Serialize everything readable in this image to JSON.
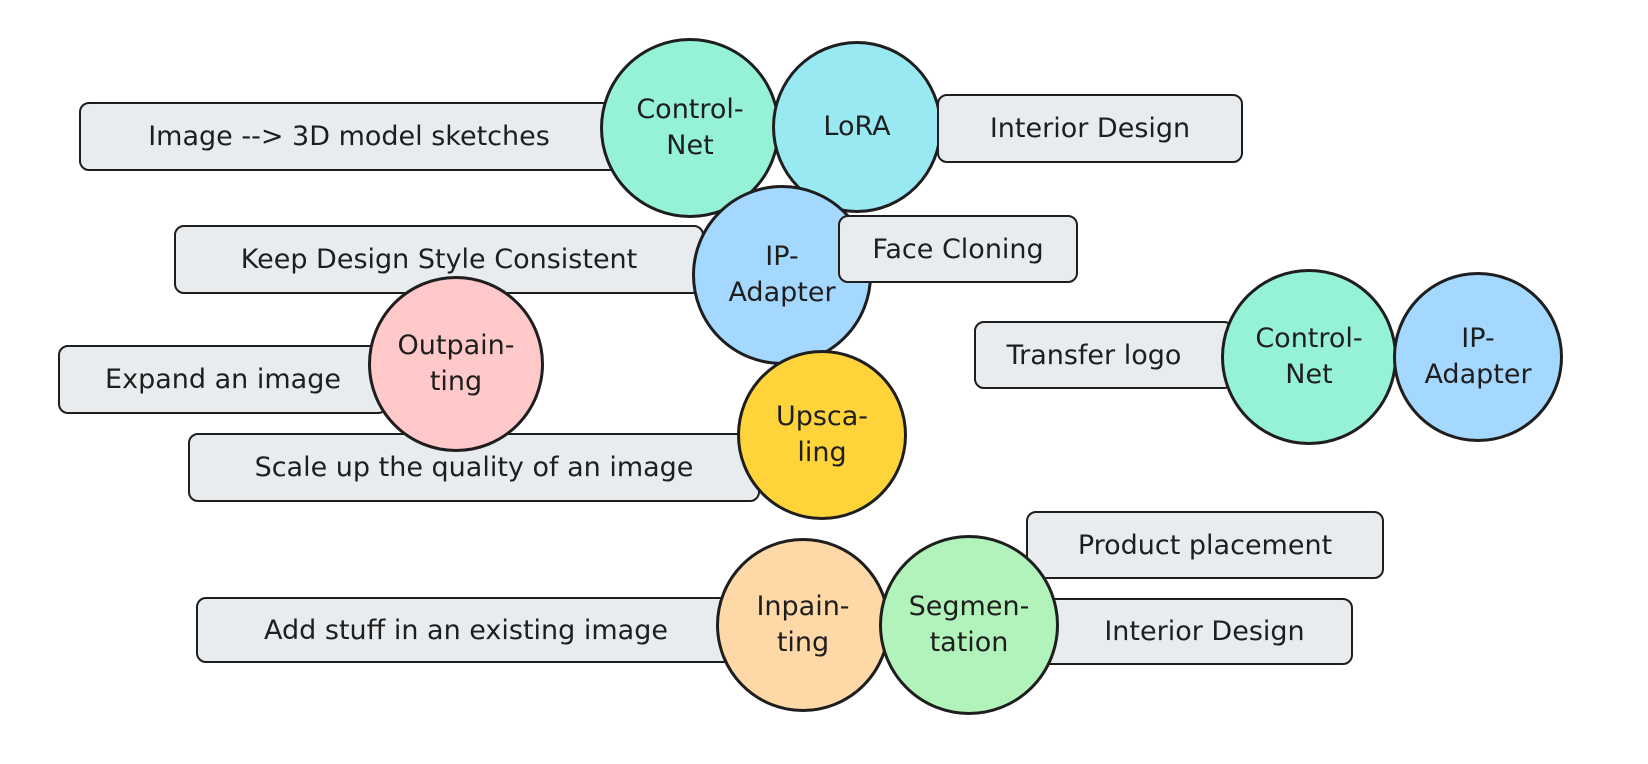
{
  "colors": {
    "controlnet": "#96f2d7",
    "lora": "#99e9f2",
    "ip_adapter": "#a5d8ff",
    "outpainting": "#ffc9c9",
    "upscaling": "#ffd43b",
    "inpainting": "#ffd8a8",
    "segmentation": "#b2f2bb",
    "label_box": "#e9ecef"
  },
  "circles": {
    "controlnet_1": [
      "Control-",
      "Net"
    ],
    "lora": [
      "LoRA"
    ],
    "ip_adapter_1": [
      "IP-",
      "Adapter"
    ],
    "outpainting": [
      "Outpain-",
      "ting"
    ],
    "upscaling": [
      "Upsca-",
      "ling"
    ],
    "controlnet_2": [
      "Control-",
      "Net"
    ],
    "ip_adapter_2": [
      "IP-",
      "Adapter"
    ],
    "inpainting": [
      "Inpain-",
      "ting"
    ],
    "segmentation": [
      "Segmen-",
      "tation"
    ]
  },
  "labels": {
    "image_to_3d": "Image --> 3D model sketches",
    "interior_design_1": "Interior Design",
    "keep_style": "Keep Design Style Consistent",
    "face_cloning": "Face Cloning",
    "expand_image": "Expand an image",
    "scale_up": "Scale up the quality of an image",
    "transfer_logo": "Transfer logo",
    "add_stuff": "Add stuff in an existing image",
    "product_placement": "Product placement",
    "interior_design_2": "Interior Design"
  }
}
